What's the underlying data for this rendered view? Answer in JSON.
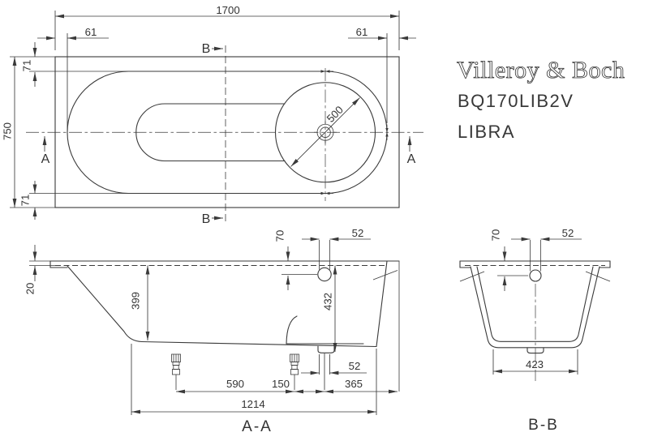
{
  "brand": {
    "name": "Villeroy & Boch",
    "model": "BQ170LIB2V",
    "series": "LIBRA"
  },
  "top_view": {
    "length": "1700",
    "width": "750",
    "inset_left": "61",
    "inset_right": "61",
    "inset_top": "71",
    "inset_bottom": "71",
    "well_diameter": "500",
    "marker_a_left": "A",
    "marker_a_right": "A",
    "marker_b_top": "B",
    "marker_b_bottom": "B"
  },
  "section_aa": {
    "label": "A-A",
    "rim_height": "20",
    "inner_depth": "399",
    "overflow_drop": "70",
    "overflow_diameter": "52",
    "drain_depth": "432",
    "drain_diameter": "52",
    "foot_spacing": "590",
    "foot_to_drain": "150",
    "drain_to_end": "365",
    "base_length": "1214"
  },
  "section_bb": {
    "label": "B-B",
    "overflow_drop": "70",
    "overflow_diameter": "52",
    "base_width": "423"
  },
  "colors": {
    "line": "#3a3a3a",
    "background": "#ffffff"
  }
}
